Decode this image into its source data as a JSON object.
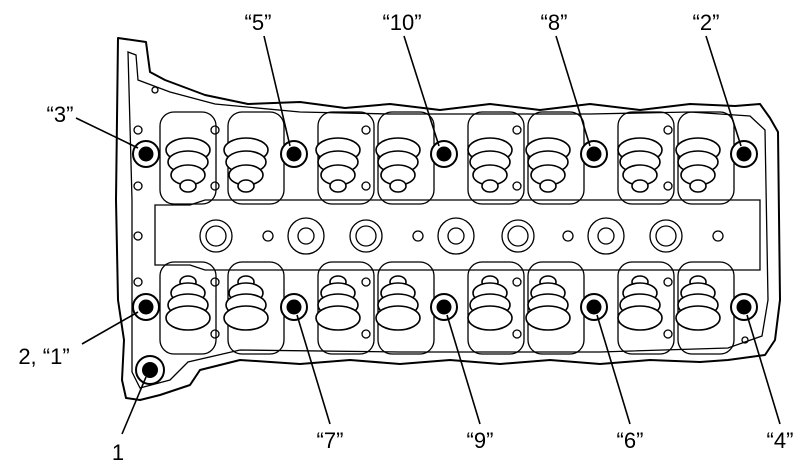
{
  "labels": {
    "bolt_5": "“5”",
    "bolt_10": "“10”",
    "bolt_8": "“8”",
    "bolt_2": "“2”",
    "bolt_3": "“3”",
    "bolt_2_1": "2, “1”",
    "bolt_1": "1",
    "bolt_7": "“7”",
    "bolt_9": "“9”",
    "bolt_6": "“6”",
    "bolt_4": "“4”"
  },
  "colors": {
    "ink": "#000000",
    "background": "#ffffff"
  }
}
